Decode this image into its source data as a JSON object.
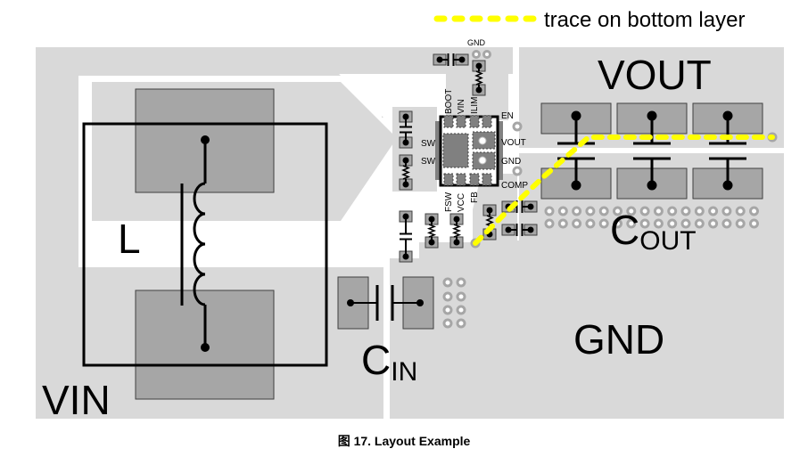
{
  "legend": {
    "label": "trace on bottom layer",
    "color": "#ffff00"
  },
  "colors": {
    "copper": "#d9d9d9",
    "pad": "#a6a6a6",
    "ic_body": "#808080",
    "via_ring": "#a6a6a6",
    "outline": "#000000",
    "bottom_trace": "#ffff00"
  },
  "regions": {
    "vin": "VIN",
    "vout": "VOUT",
    "gnd": "GND",
    "inductor": "L",
    "cin_main": "C",
    "cin_sub": "IN",
    "cout_main": "C",
    "cout_sub": "OUT"
  },
  "ic": {
    "top_pins": [
      "BOOT",
      "VIN",
      "ILIM"
    ],
    "bottom_pins": [
      "FSW",
      "VCC",
      "FB"
    ],
    "left_pins": [
      "SW",
      "SW"
    ],
    "right_pins": [
      "EN",
      "VOUT",
      "GND",
      "COMP"
    ],
    "gnd_label": "GND"
  },
  "caption": "图 17.  Layout Example"
}
